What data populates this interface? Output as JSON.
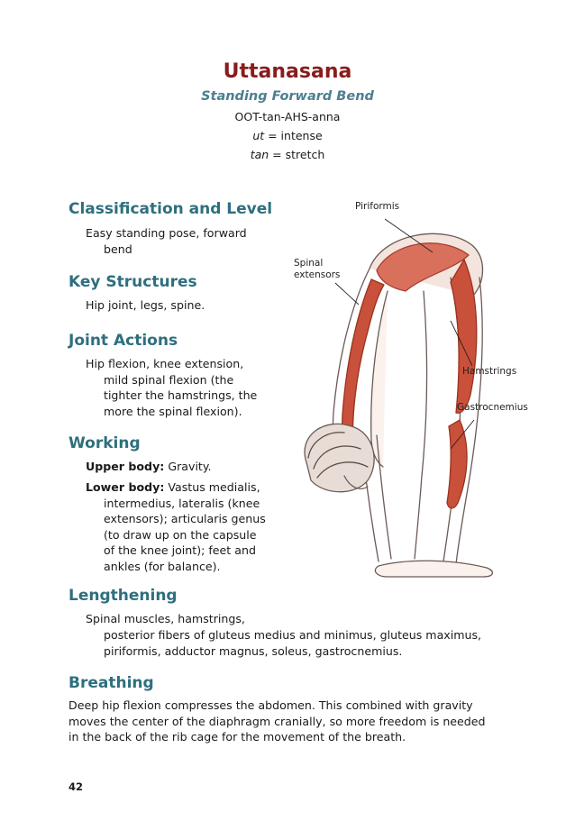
{
  "header": {
    "title": "Uttanasana",
    "subtitle": "Standing Forward Bend",
    "pronunciation": "OOT-tan-AHS-anna",
    "etymology": [
      {
        "term": "ut",
        "meaning": " = intense"
      },
      {
        "term": "tan",
        "meaning": " = stretch"
      }
    ]
  },
  "sections": {
    "classification": {
      "heading": "Classification and Level",
      "text": "Easy standing pose, forward bend"
    },
    "key_structures": {
      "heading": "Key Structures",
      "text": "Hip joint, legs, spine."
    },
    "joint_actions": {
      "heading": "Joint Actions",
      "text": "Hip flexion, knee extension, mild spinal flexion (the tighter the hamstrings, the more the spinal flexion)."
    },
    "working": {
      "heading": "Working",
      "upper_label": "Upper body:",
      "upper_text": " Gravity.",
      "lower_label": "Lower body:",
      "lower_text": " Vastus medialis, intermedius, lateralis (knee extensors); articularis genus (to draw up on the capsule of the knee joint); feet and ankles (for balance)."
    },
    "lengthening": {
      "heading": "Lengthening",
      "line1": "Spinal muscles, hamstrings,",
      "line2": "posterior fibers of gluteus medius and minimus, gluteus maximus, piriformis, adductor magnus, soleus, gastrocnemius."
    },
    "breathing": {
      "heading": "Breathing",
      "text": "Deep hip flexion compresses the abdomen. This combined with gravity moves the center of the diaphragm cranially, so more freedom is needed in the back of the rib cage for the movement of the breath."
    }
  },
  "figure": {
    "labels": {
      "piriformis": "Piriformis",
      "spinal_extensors": "Spinal extensors",
      "hamstrings": "Hamstrings",
      "gastrocnemius": "Gastrocnemius"
    }
  },
  "footer": {
    "page_number": "42"
  },
  "colors": {
    "title": "#8a1c1c",
    "subtitle": "#4d7f90",
    "headings": "#2e6f7e",
    "muscle": "#c0412c"
  }
}
